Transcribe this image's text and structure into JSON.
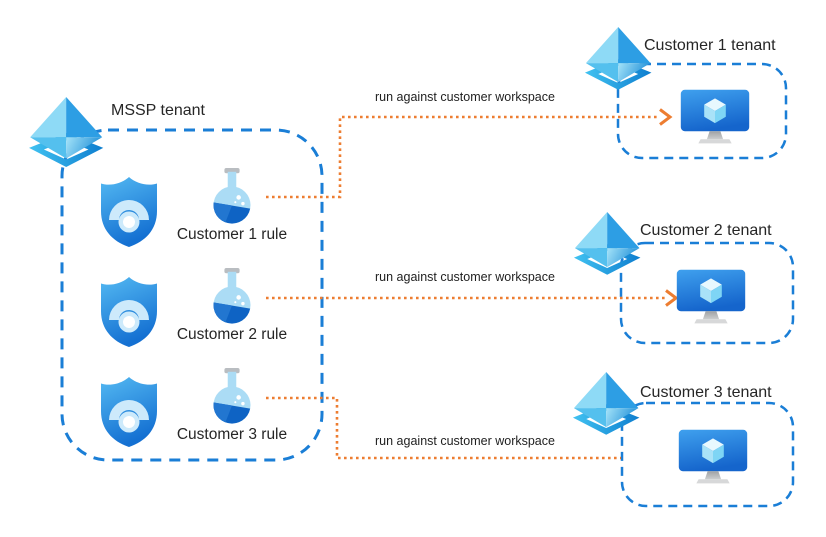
{
  "mssp": {
    "label": "MSSP tenant",
    "rules": [
      {
        "label": "Customer 1 rule"
      },
      {
        "label": "Customer 2 rule"
      },
      {
        "label": "Customer 3 rule"
      }
    ]
  },
  "customers": [
    {
      "label": "Customer 1 tenant"
    },
    {
      "label": "Customer 2 tenant"
    },
    {
      "label": "Customer 3 tenant"
    }
  ],
  "connections": [
    {
      "label": "run against customer workspace"
    },
    {
      "label": "run against customer workspace"
    },
    {
      "label": "run against customer workspace"
    }
  ],
  "colors": {
    "dashed_border_blue": "#1a7ed6",
    "connector_orange": "#ED7D31",
    "label_text": "#262626",
    "shield_blue": "#1b76d4",
    "flask_liquid_blue": "#0e63c4",
    "monitor_blue": "#1565cc"
  },
  "icons": {
    "tenant": "azure-tenant-pyramid-icon",
    "rule_engine": "sentinel-shield-icon",
    "analytics_rule": "lab-flask-icon",
    "workspace": "vm-monitor-icon",
    "arrowhead": "arrowhead-chevron-icon"
  }
}
